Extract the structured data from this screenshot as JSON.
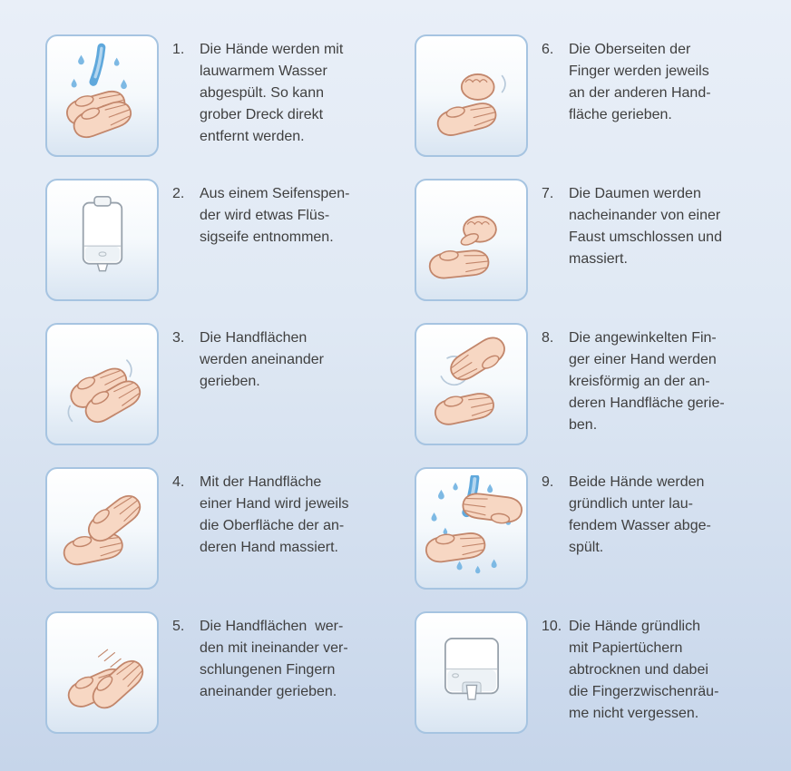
{
  "steps": [
    {
      "number": "1.",
      "illustration": "hands-rinsed-under-water",
      "text": "Die Hände werden mit\nlauwarmem Wasser\nabgespült. So kann\ngrober Dreck direkt\nentfernt werden."
    },
    {
      "number": "2.",
      "illustration": "soap-dispenser",
      "text": "Aus einem Seifenspen-\nder wird etwas Flüs-\nsigseife entnommen."
    },
    {
      "number": "3.",
      "illustration": "palms-rubbing",
      "text": "Die Handflächen\nwerden aneinander\ngerieben."
    },
    {
      "number": "4.",
      "illustration": "palm-massages-back-of-hand",
      "text": "Mit der Handfläche\neiner Hand wird jeweils\ndie Oberfläche der an-\nderen Hand massiert."
    },
    {
      "number": "5.",
      "illustration": "interlocked-fingers",
      "text": "Die Handflächen  wer-\nden mit ineinander ver-\nschlungenen Fingern\naneinander gerieben."
    },
    {
      "number": "6.",
      "illustration": "finger-backs-on-palm",
      "text": "Die Oberseiten der\nFinger werden jeweils\nan der anderen Hand-\nfläche gerieben."
    },
    {
      "number": "7.",
      "illustration": "thumb-in-fist",
      "text": "Die Daumen werden\nnacheinander von einer\nFaust umschlossen und\nmassiert."
    },
    {
      "number": "8.",
      "illustration": "fingertips-circular-on-palm",
      "text": "Die angewinkelten Fin-\nger einer Hand werden\nkreisförmig an der an-\nderen Handfläche gerie-\nben."
    },
    {
      "number": "9.",
      "illustration": "hands-rinsed-splashing",
      "text": "Beide Hände werden\ngründlich unter lau-\nfendem Wasser abge-\nspült."
    },
    {
      "number": "10.",
      "illustration": "paper-towel-dispenser",
      "text": "Die Hände gründlich\nmit Papiertüchern\nabtrocknen und dabei\ndie Fingerzwischenräu-\nme nicht vergessen."
    }
  ],
  "colors": {
    "background_top": "#e9eff8",
    "background_bottom": "#c6d5ea",
    "box_border": "#a6c4e1",
    "box_fill_top": "#ffffff",
    "box_fill_bottom": "#d9e5f2",
    "text": "#3f3f3f",
    "water": "#5fa8dc",
    "skin": "#f7d7c3"
  }
}
